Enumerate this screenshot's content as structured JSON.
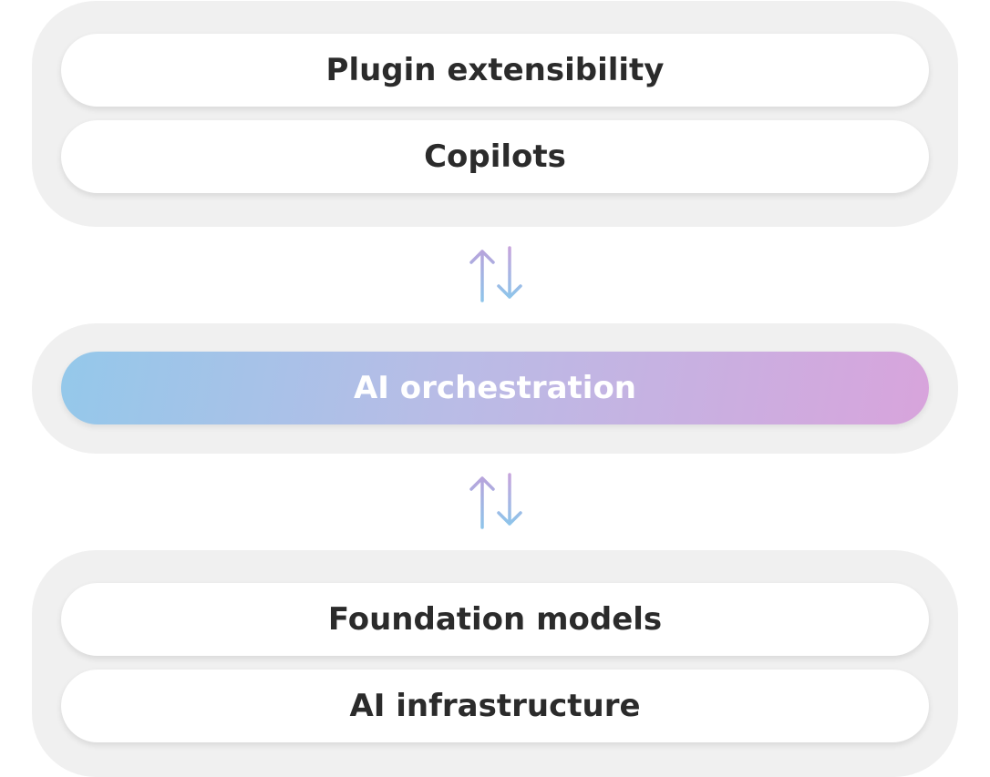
{
  "layers": {
    "plugin_extensibility": "Plugin extensibility",
    "copilots": "Copilots",
    "ai_orchestration": "AI orchestration",
    "foundation_models": "Foundation models",
    "ai_infrastructure": "AI infrastructure"
  },
  "colors": {
    "group_background": "#f0f0f0",
    "pill_background": "#ffffff",
    "text": "#2b2b2b",
    "gradient_start": "#94c8ea",
    "gradient_end": "#d8a4dc",
    "arrow_blue": "#8ec4ea",
    "arrow_purple": "#b7a4dc"
  },
  "icons": {
    "connector": "up-down-arrows-icon"
  }
}
